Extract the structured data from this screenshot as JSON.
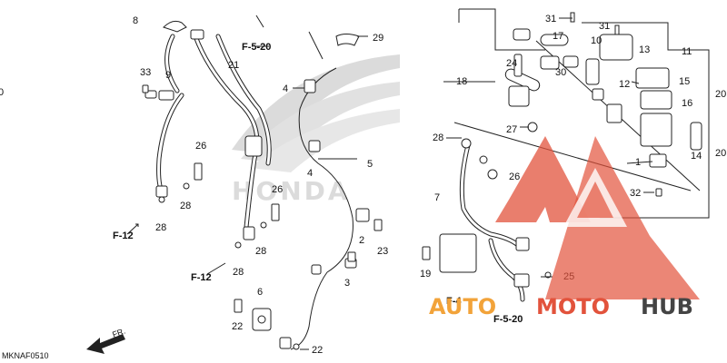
{
  "callouts": {
    "c8": "8",
    "c9": "9",
    "c21": "21",
    "c33": "33",
    "c29": "29",
    "c4a": "4",
    "c4b": "4",
    "c5": "5",
    "c26a": "26",
    "c26b": "26",
    "c28a": "28",
    "c28b": "28",
    "c28c": "28",
    "c28d": "28",
    "c2": "2",
    "c23": "23",
    "c3": "3",
    "c6": "6",
    "c22a": "22",
    "c22b": "22",
    "c31a": "31",
    "c31b": "31",
    "c17": "17",
    "c10": "10",
    "c11": "11",
    "c13": "13",
    "c24": "24",
    "c30": "30",
    "c18": "18",
    "c15": "15",
    "c12": "12",
    "c16": "16",
    "c27": "27",
    "c14": "14",
    "c20a": "20",
    "c20b": "20",
    "c1": "1",
    "c26c": "26",
    "c7": "7",
    "c32": "32",
    "c19": "19",
    "c25": "25",
    "c0": "0"
  },
  "refs": {
    "f520a": "F-5-20",
    "f12a": "F-12",
    "f12b": "F-12",
    "f4": "F-4",
    "f520b": "F-5-20",
    "fr": "FR."
  },
  "diagram_code": "MKNAF0510",
  "watermark": {
    "auto": "AUTO",
    "moto": "MOTO",
    "hub": "HUB",
    "colors": {
      "orange": "#f2a33a",
      "red": "#e2533c",
      "dark": "#444444"
    }
  }
}
